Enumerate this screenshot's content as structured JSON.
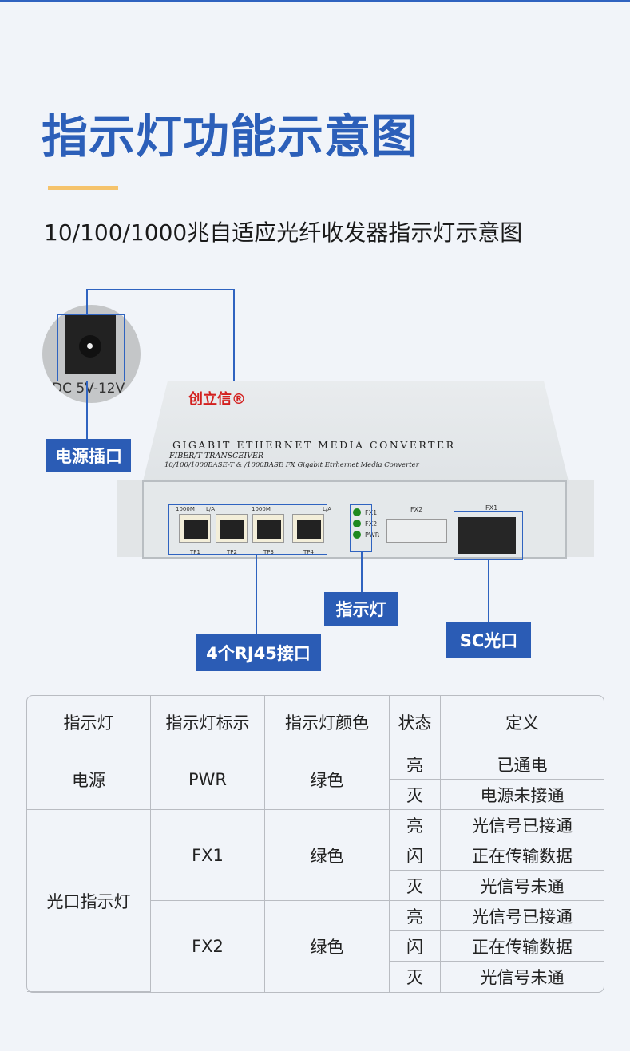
{
  "title": "指示灯功能示意图",
  "subtitle": "10/100/1000兆自适应光纤收发器指示灯示意图",
  "callouts": {
    "power": "电源插口",
    "leds": "指示灯",
    "rj45": "4个RJ45接口",
    "sc": "SC光口"
  },
  "power_jack_label": "DC 5V-12V",
  "device": {
    "brand": "创立信®",
    "line1": "GIGABIT ETHERNET MEDIA CONVERTER",
    "line2": "FIBER/T TRANSCEIVER",
    "line3": "10/100/1000BASE-T & /1000BASE FX Gigabit Etrhernet Media Converter",
    "ports": [
      "TP1",
      "TP2",
      "TP3",
      "TP4"
    ],
    "port_top": [
      "1000M",
      "L/A"
    ],
    "leds": [
      "FX1",
      "FX2",
      "PWR"
    ],
    "fx2": "FX2",
    "fx1": "FX1"
  },
  "colors": {
    "accent": "#2c5fb9",
    "led": "#1f8a1f",
    "brand": "#d3201e"
  },
  "table": {
    "headers": [
      "指示灯",
      "指示灯标示",
      "指示灯颜色",
      "状态",
      "定义"
    ],
    "power": {
      "name": "电源",
      "mark": "PWR",
      "color": "绿色",
      "states": [
        [
          "亮",
          "已通电"
        ],
        [
          "灭",
          "电源未接通"
        ]
      ]
    },
    "optical": {
      "name": "光口指示灯",
      "fx1": {
        "mark": "FX1",
        "color": "绿色",
        "states": [
          [
            "亮",
            "光信号已接通"
          ],
          [
            "闪",
            "正在传输数据"
          ],
          [
            "灭",
            "光信号未通"
          ]
        ]
      },
      "fx2": {
        "mark": "FX2",
        "color": "绿色",
        "states": [
          [
            "亮",
            "光信号已接通"
          ],
          [
            "闪",
            "正在传输数据"
          ],
          [
            "灭",
            "光信号未通"
          ]
        ]
      }
    }
  }
}
